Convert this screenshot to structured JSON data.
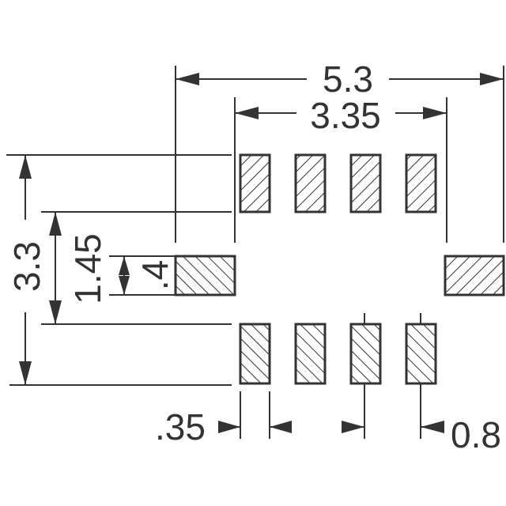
{
  "drawing": {
    "dimensions": {
      "overall_width": "5.3",
      "pad_span": "3.35",
      "overall_height": "3.3",
      "inner_height": "1.45",
      "side_pad_height": ".4",
      "pad_width": ".35",
      "pitch": "0.8"
    },
    "pads": {
      "top_row_count": 4,
      "bottom_row_count": 4,
      "side_pad_count": 2
    }
  }
}
